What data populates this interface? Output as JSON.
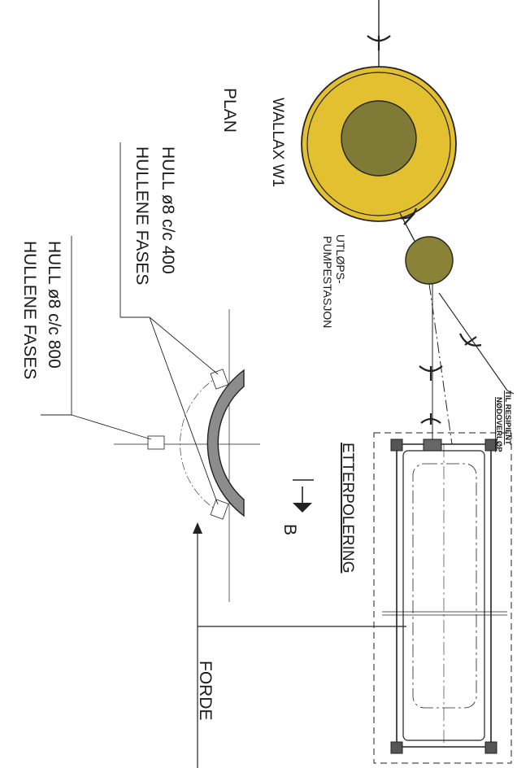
{
  "labels": {
    "wallax": "WALLAX W1",
    "plan": "PLAN",
    "utlops_line1": "UTLØPS-",
    "utlops_line2": "PUMPESTASJON",
    "til_resipient": "TIL RESIPIENT",
    "nodoverlop": "NØDOVERLØP",
    "etterpolering": "ETTERPOLERING",
    "section_marker": "B",
    "hull_400_line1": "HULL ø8 c/c 400",
    "hull_400_line2": "HULLENE FASES",
    "hull_800_line1": "HULL ø8 c/c 800",
    "hull_800_line2": "HULLENE FASES",
    "fordel": "FORDE"
  },
  "colors": {
    "tank_outer": "#e3c02f",
    "tank_inner": "#7f7a36",
    "pump_station": "#8a8236",
    "section_fill": "#8c8c8c",
    "line": "#222222"
  }
}
